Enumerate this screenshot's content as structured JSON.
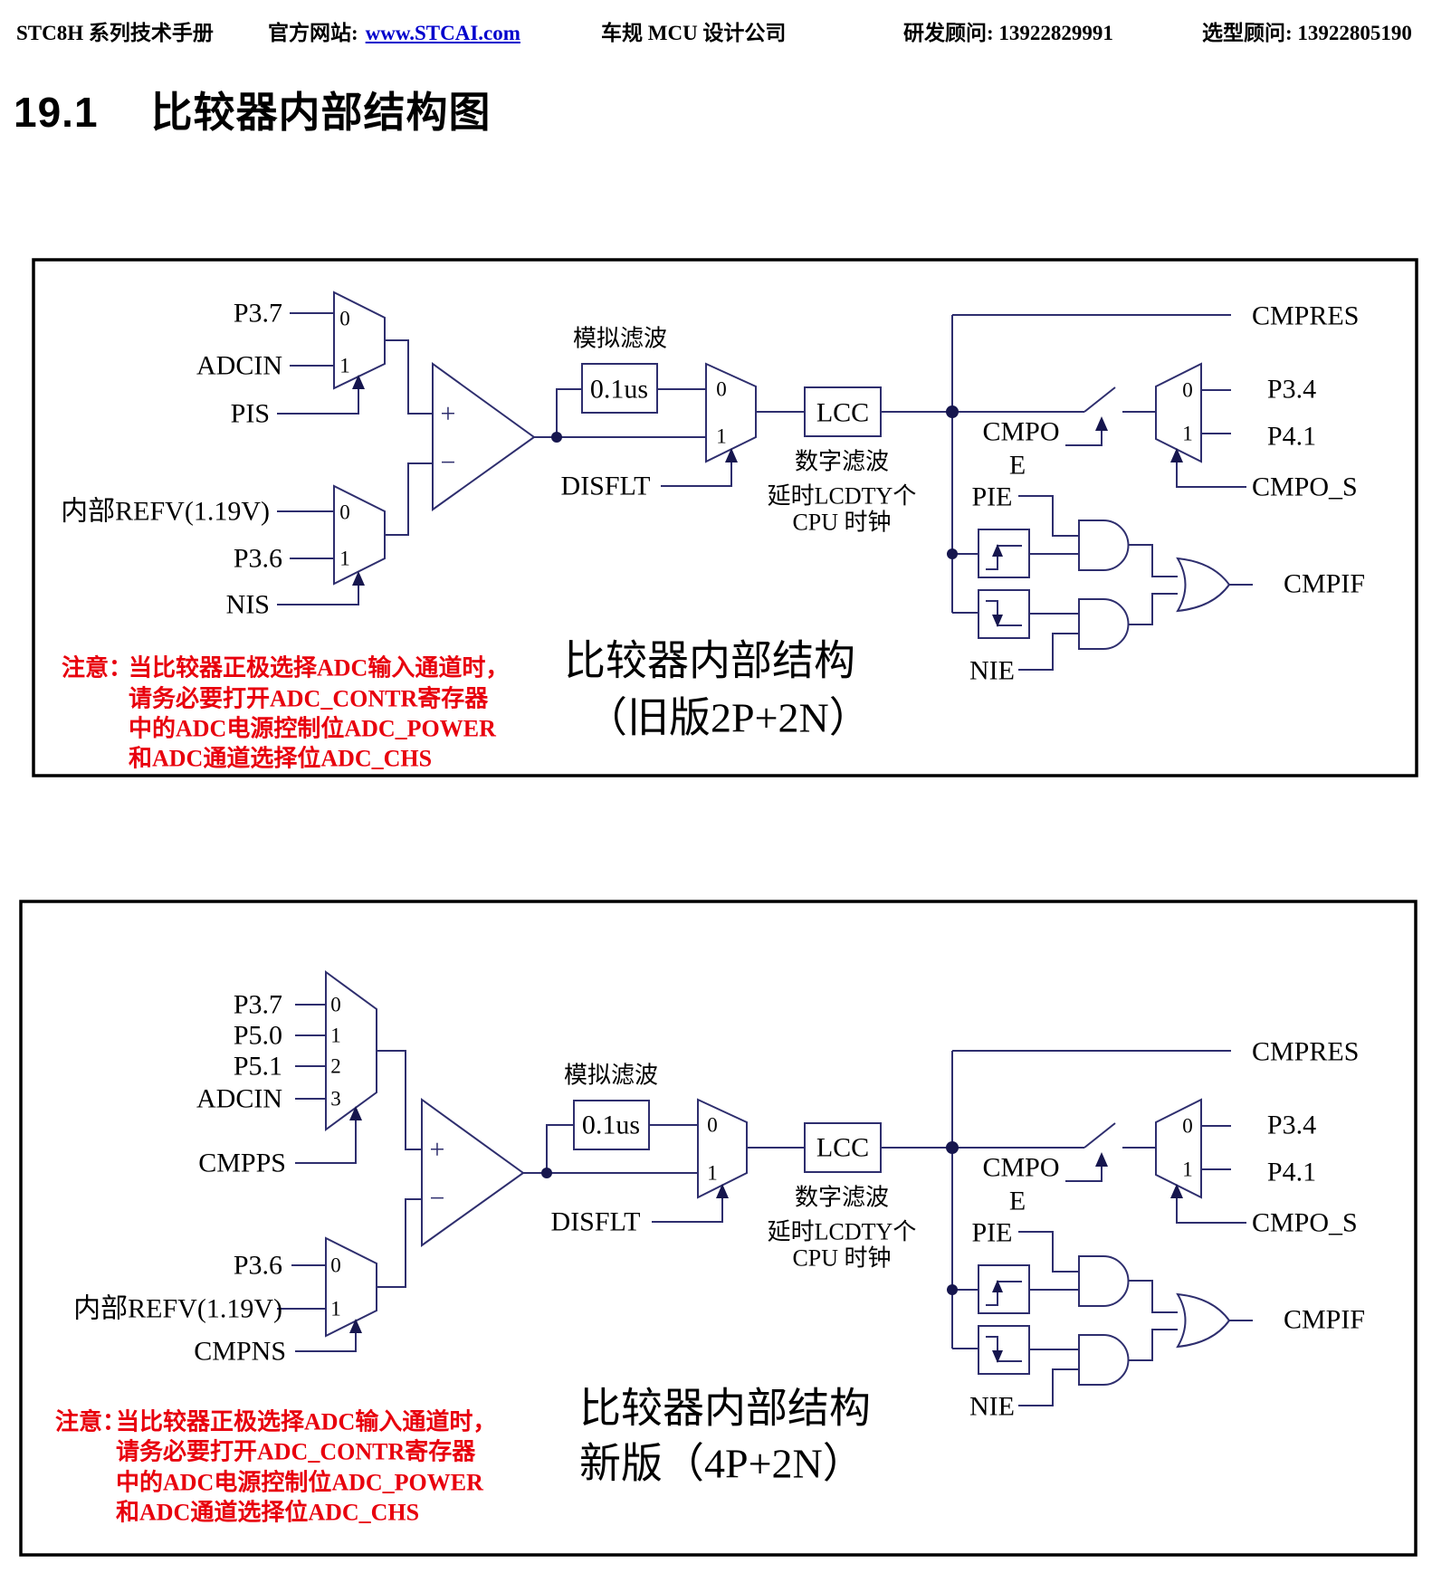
{
  "header": {
    "manual_title": "STC8H 系列技术手册",
    "website_label": "官方网站:",
    "website_link": "www.STCAI.com",
    "company": "车规 MCU 设计公司",
    "rd_contact": "研发顾问: 13922829991",
    "selection_contact": "选型顾问: 13922805190"
  },
  "section": {
    "number": "19.1",
    "title": "比较器内部结构图"
  },
  "colors": {
    "wire": "#2e2e6e",
    "ink": "#16164e",
    "note_red": "#e8000d",
    "link_blue": "#0000cc"
  },
  "diagram1": {
    "caption_line1": "比较器内部结构",
    "caption_line2": "（旧版2P+2N）",
    "labels": {
      "pos_input0": "P3.7",
      "pos_input1": "ADCIN",
      "pos_select": "PIS",
      "neg_input0": "内部REFV(1.19V)",
      "neg_input1": "P3.6",
      "neg_select": "NIS",
      "plus": "+",
      "minus": "−",
      "bit0": "0",
      "bit1": "1",
      "analog_filter": "模拟滤波",
      "filter_time": "0.1us",
      "disflt": "DISFLT",
      "lcc": "LCC",
      "digital_filter": "数字滤波",
      "delay": "延时LCDTY个",
      "cpu_clock": "CPU 时钟",
      "cmpres": "CMPRES",
      "cmpoe_line1": "CMPO",
      "cmpoe_line2": "E",
      "out0": "P3.4",
      "out1": "P4.1",
      "cmpo_s": "CMPO_S",
      "pie": "PIE",
      "nie": "NIE",
      "cmpif": "CMPIF"
    },
    "note": {
      "prefix": "注意：",
      "lines": [
        "当比较器正极选择ADC输入通道时，",
        "请务必要打开ADC_CONTR寄存器",
        "中的ADC电源控制位ADC_POWER",
        "和ADC通道选择位ADC_CHS"
      ]
    }
  },
  "diagram2": {
    "caption_line1": "比较器内部结构",
    "caption_line2": "新版（4P+2N）",
    "labels": {
      "pos_input0": "P3.7",
      "pos_input1": "P5.0",
      "pos_input2": "P5.1",
      "pos_input3": "ADCIN",
      "pos_select": "CMPPS",
      "neg_input0": "P3.6",
      "neg_input1": "内部REFV(1.19V)",
      "neg_select": "CMPNS",
      "plus": "+",
      "minus": "−",
      "bit0": "0",
      "bit1": "1",
      "bit2": "2",
      "bit3": "3",
      "analog_filter": "模拟滤波",
      "filter_time": "0.1us",
      "disflt": "DISFLT",
      "lcc": "LCC",
      "digital_filter": "数字滤波",
      "delay": "延时LCDTY个",
      "cpu_clock": "CPU 时钟",
      "cmpres": "CMPRES",
      "cmpoe_line1": "CMPO",
      "cmpoe_line2": "E",
      "out0": "P3.4",
      "out1": "P4.1",
      "cmpo_s": "CMPO_S",
      "pie": "PIE",
      "nie": "NIE",
      "cmpif": "CMPIF"
    },
    "note": {
      "prefix": "注意：",
      "lines": [
        "当比较器正极选择ADC输入通道时，",
        "请务必要打开ADC_CONTR寄存器",
        "中的ADC电源控制位ADC_POWER",
        "和ADC通道选择位ADC_CHS"
      ]
    }
  }
}
